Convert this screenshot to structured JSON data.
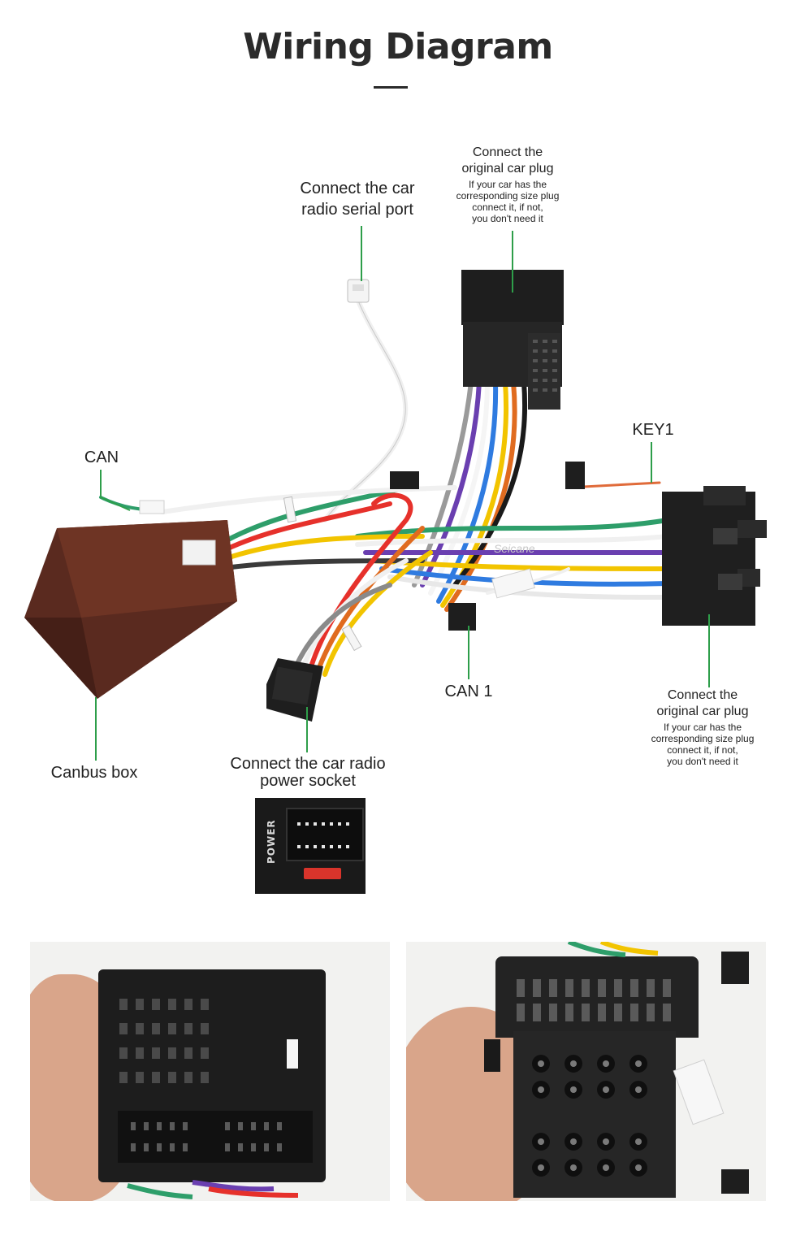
{
  "title": "Wiring Diagram",
  "labels": {
    "serial_port": "Connect the car\nradio  serial port",
    "top_plug_main": "Connect the\noriginal car plug",
    "top_plug_note": "If your car has the\ncorresponding size plug\nconnect it, if not,\nyou don't need it",
    "key1": "KEY1",
    "can": "CAN",
    "can1": "CAN 1",
    "right_plug_main": "Connect the\noriginal car plug",
    "right_plug_note": "If your car has the\ncorresponding size plug\nconnect it, if not,\nyou don't need it",
    "canbus_box": "Canbus box",
    "power_socket": "Connect the car radio\npower socket"
  },
  "power_label": "POWER",
  "watermark": "Seicane",
  "colors": {
    "leader_line": "#2e9e4a",
    "canbus_box": "#5a2a1f",
    "connector": "#1e1e1e",
    "fuse": "#d9342b",
    "skin": "#d9a58a"
  }
}
